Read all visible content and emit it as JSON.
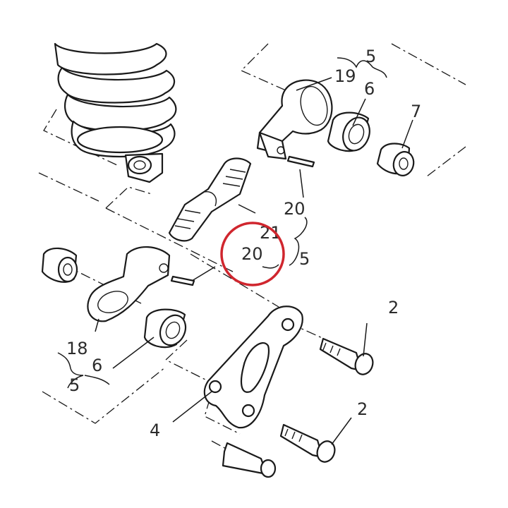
{
  "diagram": {
    "callouts": [
      "5",
      "19",
      "6",
      "7",
      "20",
      "21",
      "5",
      "20",
      "2",
      "18",
      "6",
      "5",
      "4",
      "2"
    ],
    "highlight_color": "#d0262e",
    "line_color": "#1a1a1a"
  }
}
